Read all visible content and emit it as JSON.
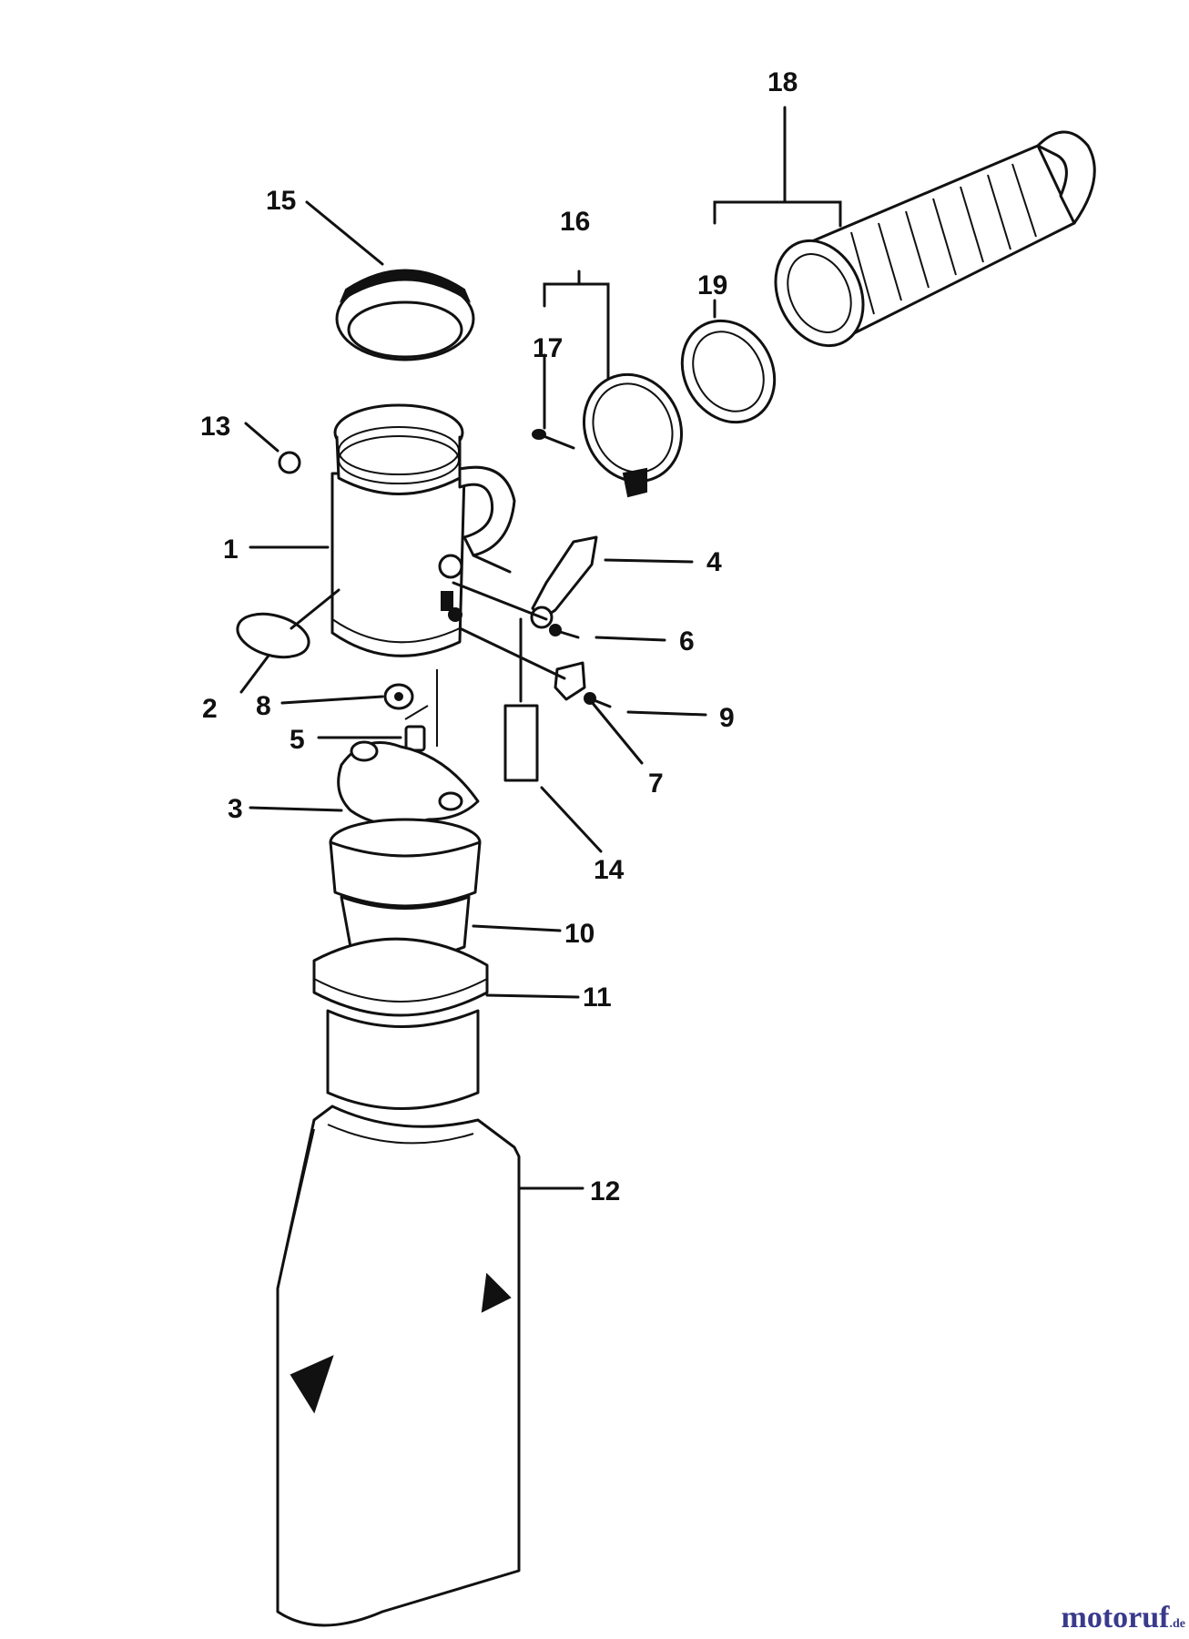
{
  "diagram": {
    "callouts": {
      "c1": "1",
      "c2": "2",
      "c3": "3",
      "c4": "4",
      "c5": "5",
      "c6": "6",
      "c7": "7",
      "c8": "8",
      "c9": "9",
      "c10": "10",
      "c11": "11",
      "c12": "12",
      "c13": "13",
      "c14": "14",
      "c15": "15",
      "c16": "16",
      "c17": "17",
      "c18": "18",
      "c19": "19"
    }
  },
  "watermark": {
    "text": "motoruf",
    "tld": ".de"
  }
}
